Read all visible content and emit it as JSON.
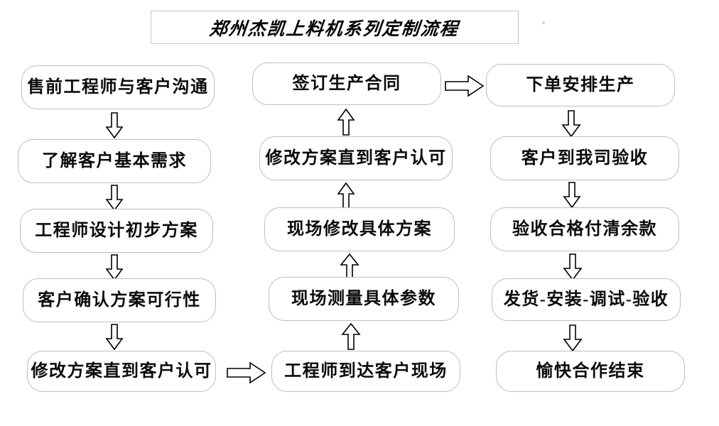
{
  "diagram": {
    "title": "郑州杰凯上料机系列定制流程",
    "type": "flowchart",
    "background_color": "#ffffff",
    "box_border_color": "#bdbdbd",
    "text_color": "#0b0b0b",
    "columns": [
      {
        "name": "column-1",
        "flow_direction": "down",
        "steps": [
          {
            "id": "c1s1",
            "label": "售前工程师与客户沟通"
          },
          {
            "id": "c1s2",
            "label": "了解客户基本需求"
          },
          {
            "id": "c1s3",
            "label": "工程师设计初步方案"
          },
          {
            "id": "c1s4",
            "label": "客户确认方案可行性"
          },
          {
            "id": "c1s5",
            "label": "修改方案直到客户认可"
          }
        ]
      },
      {
        "name": "column-2",
        "flow_direction": "up",
        "steps": [
          {
            "id": "c2s1",
            "label": "签订生产合同"
          },
          {
            "id": "c2s2",
            "label": "修改方案直到客户认可"
          },
          {
            "id": "c2s3",
            "label": "现场修改具体方案"
          },
          {
            "id": "c2s4",
            "label": "现场测量具体参数"
          },
          {
            "id": "c2s5",
            "label": "工程师到达客户现场"
          }
        ]
      },
      {
        "name": "column-3",
        "flow_direction": "down",
        "steps": [
          {
            "id": "c3s1",
            "label": "下单安排生产"
          },
          {
            "id": "c3s2",
            "label": "客户到我司验收"
          },
          {
            "id": "c3s3",
            "label": "验收合格付清余款"
          },
          {
            "id": "c3s4",
            "label": "发货-安装-调试-验收"
          },
          {
            "id": "c3s5",
            "label": "愉快合作结束"
          }
        ]
      }
    ],
    "connectors": [
      {
        "id": "a1",
        "from": "c1s1",
        "to": "c1s2",
        "direction": "down"
      },
      {
        "id": "a2",
        "from": "c1s2",
        "to": "c1s3",
        "direction": "down"
      },
      {
        "id": "a3",
        "from": "c1s3",
        "to": "c1s4",
        "direction": "down"
      },
      {
        "id": "a4",
        "from": "c1s4",
        "to": "c1s5",
        "direction": "down"
      },
      {
        "id": "a5",
        "from": "c1s5",
        "to": "c2s5",
        "direction": "right"
      },
      {
        "id": "a6",
        "from": "c2s5",
        "to": "c2s4",
        "direction": "up"
      },
      {
        "id": "a7",
        "from": "c2s4",
        "to": "c2s3",
        "direction": "up"
      },
      {
        "id": "a8",
        "from": "c2s3",
        "to": "c2s2",
        "direction": "up"
      },
      {
        "id": "a9",
        "from": "c2s2",
        "to": "c2s1",
        "direction": "up"
      },
      {
        "id": "a10",
        "from": "c2s1",
        "to": "c3s1",
        "direction": "right"
      },
      {
        "id": "a11",
        "from": "c3s1",
        "to": "c3s2",
        "direction": "down"
      },
      {
        "id": "a12",
        "from": "c3s2",
        "to": "c3s3",
        "direction": "down"
      },
      {
        "id": "a13",
        "from": "c3s3",
        "to": "c3s4",
        "direction": "down"
      },
      {
        "id": "a14",
        "from": "c3s4",
        "to": "c3s5",
        "direction": "down"
      }
    ]
  }
}
